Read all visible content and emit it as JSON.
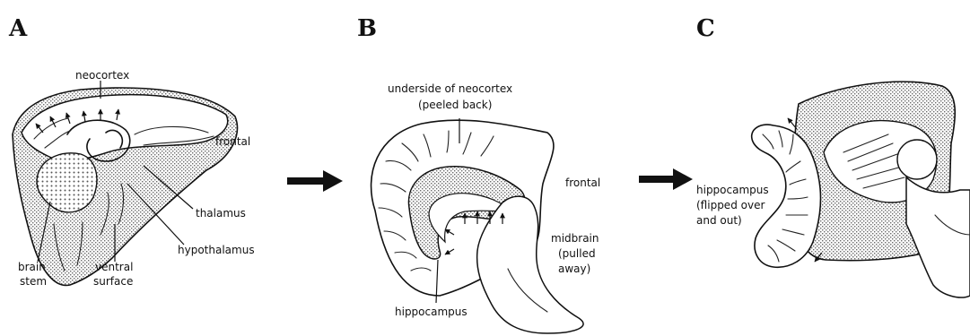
{
  "panels": [
    {
      "letter": "A",
      "labels": {
        "neocortex": "neocortex",
        "frontal": "frontal",
        "thalamus": "thalamus",
        "hypothalamus": "hypothalamus",
        "brain_stem_1": "brain",
        "brain_stem_2": "stem",
        "ventral_surface_1": "ventral",
        "ventral_surface_2": "surface"
      }
    },
    {
      "letter": "B",
      "labels": {
        "underside_1": "underside of neocortex",
        "underside_2": "(peeled back)",
        "frontal": "frontal",
        "midbrain_1": "midbrain",
        "midbrain_2": "(pulled",
        "midbrain_3": "away)",
        "hippocampus": "hippocampus"
      }
    },
    {
      "letter": "C",
      "labels": {
        "hippocampus_1": "hippocampus",
        "hippocampus_2": "(flipped over",
        "hippocampus_3": "and out)"
      }
    }
  ],
  "colors": {
    "ink": "#111111",
    "stipple": "#9a9a9a",
    "background": "#ffffff"
  }
}
